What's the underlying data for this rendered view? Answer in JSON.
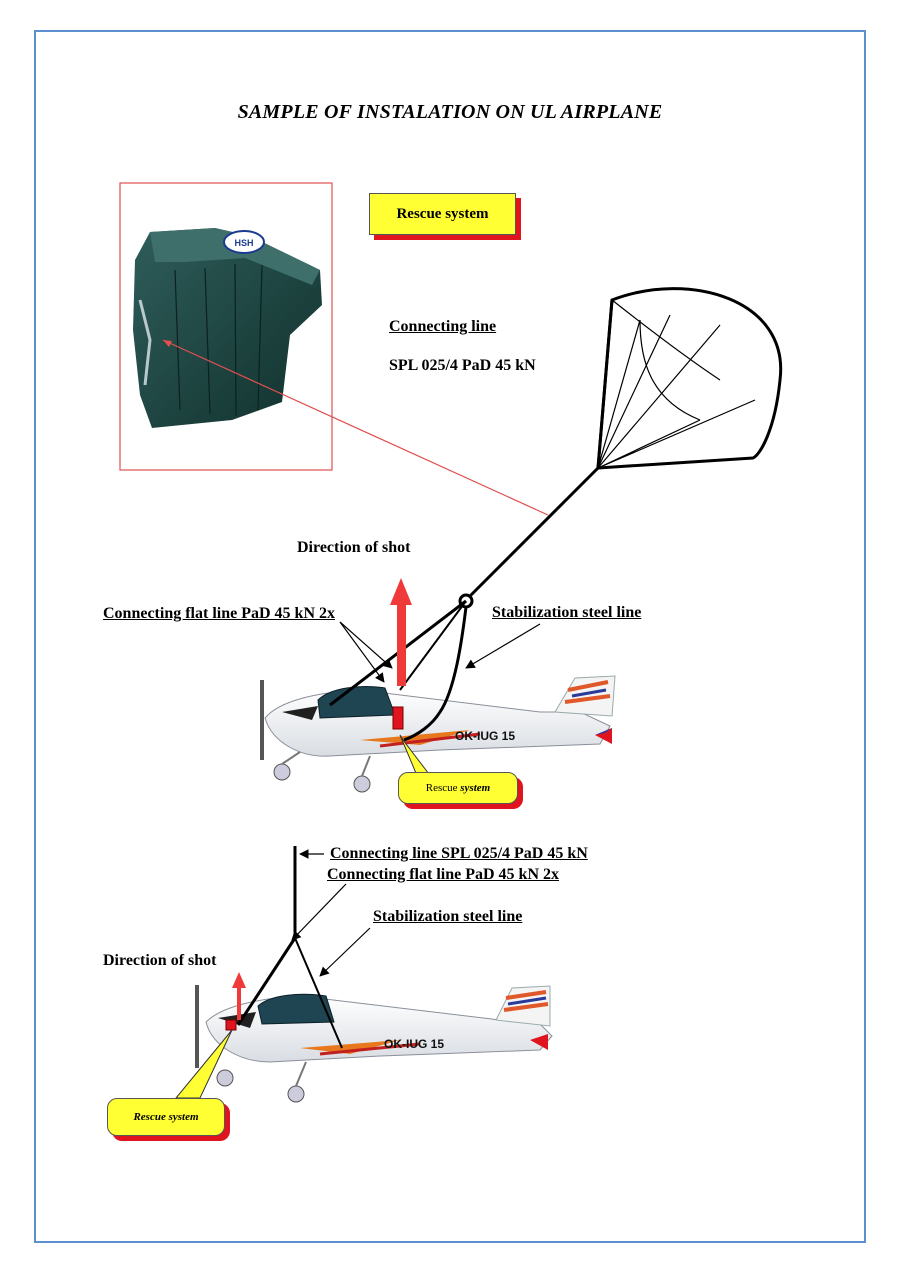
{
  "title": "SAMPLE OF INSTALATION ON UL AIRPLANE",
  "top_section": {
    "rescue_system_label": "Rescue system",
    "connecting_line_label": "Connecting line",
    "connecting_line_spec": "SPL 025/4 PaD 45 kN",
    "direction_of_shot": "Direction of shot",
    "flat_line_label": "Connecting flat line PaD 45 kN 2x",
    "stabilization_label": "Stabilization steel line",
    "callout_prefix": "Rescue",
    "callout_suffix": "system",
    "registration": "OK-IUG 15",
    "bag_logo": "HSH"
  },
  "bottom_section": {
    "connecting_line_label": "Connecting line  SPL 025/4 PaD 45 kN",
    "flat_line_label": "Connecting flat line PaD 45 kN 2x",
    "stabilization_label": "Stabilization steel line",
    "direction_of_shot": "Direction of shot",
    "callout_label": "Rescue system",
    "registration": "OK-IUG 15"
  },
  "colors": {
    "frame": "#5b8fd0",
    "callout_fill": "#ffff33",
    "shadow_red": "#e0141e",
    "arrow_red": "#f03a3a"
  }
}
